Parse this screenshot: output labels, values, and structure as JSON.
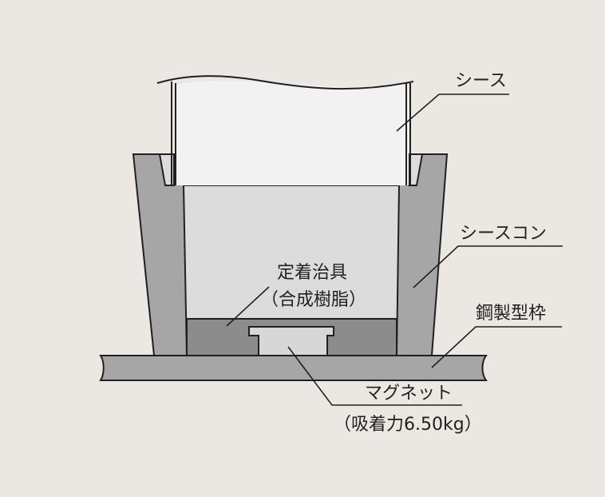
{
  "labels": {
    "sheath": "シース",
    "sheath_cone": "シースコン",
    "jig_title": "定着治具",
    "jig_material": "（合成樹脂）",
    "steel_form": "鋼製型枠",
    "magnet_title": "マグネット",
    "magnet_force": "（吸着力6.50kg）"
  },
  "colors": {
    "background": "#ebe8e4",
    "sheath_fill": "#f2f2f2",
    "cone_fill": "#a6a6a6",
    "cone_inner": "#dcdcdc",
    "jig_fill": "#8c8c8c",
    "form_fill": "#a6a6a6",
    "magnet_fill": "#d7d7d7",
    "line": "#231f20"
  }
}
